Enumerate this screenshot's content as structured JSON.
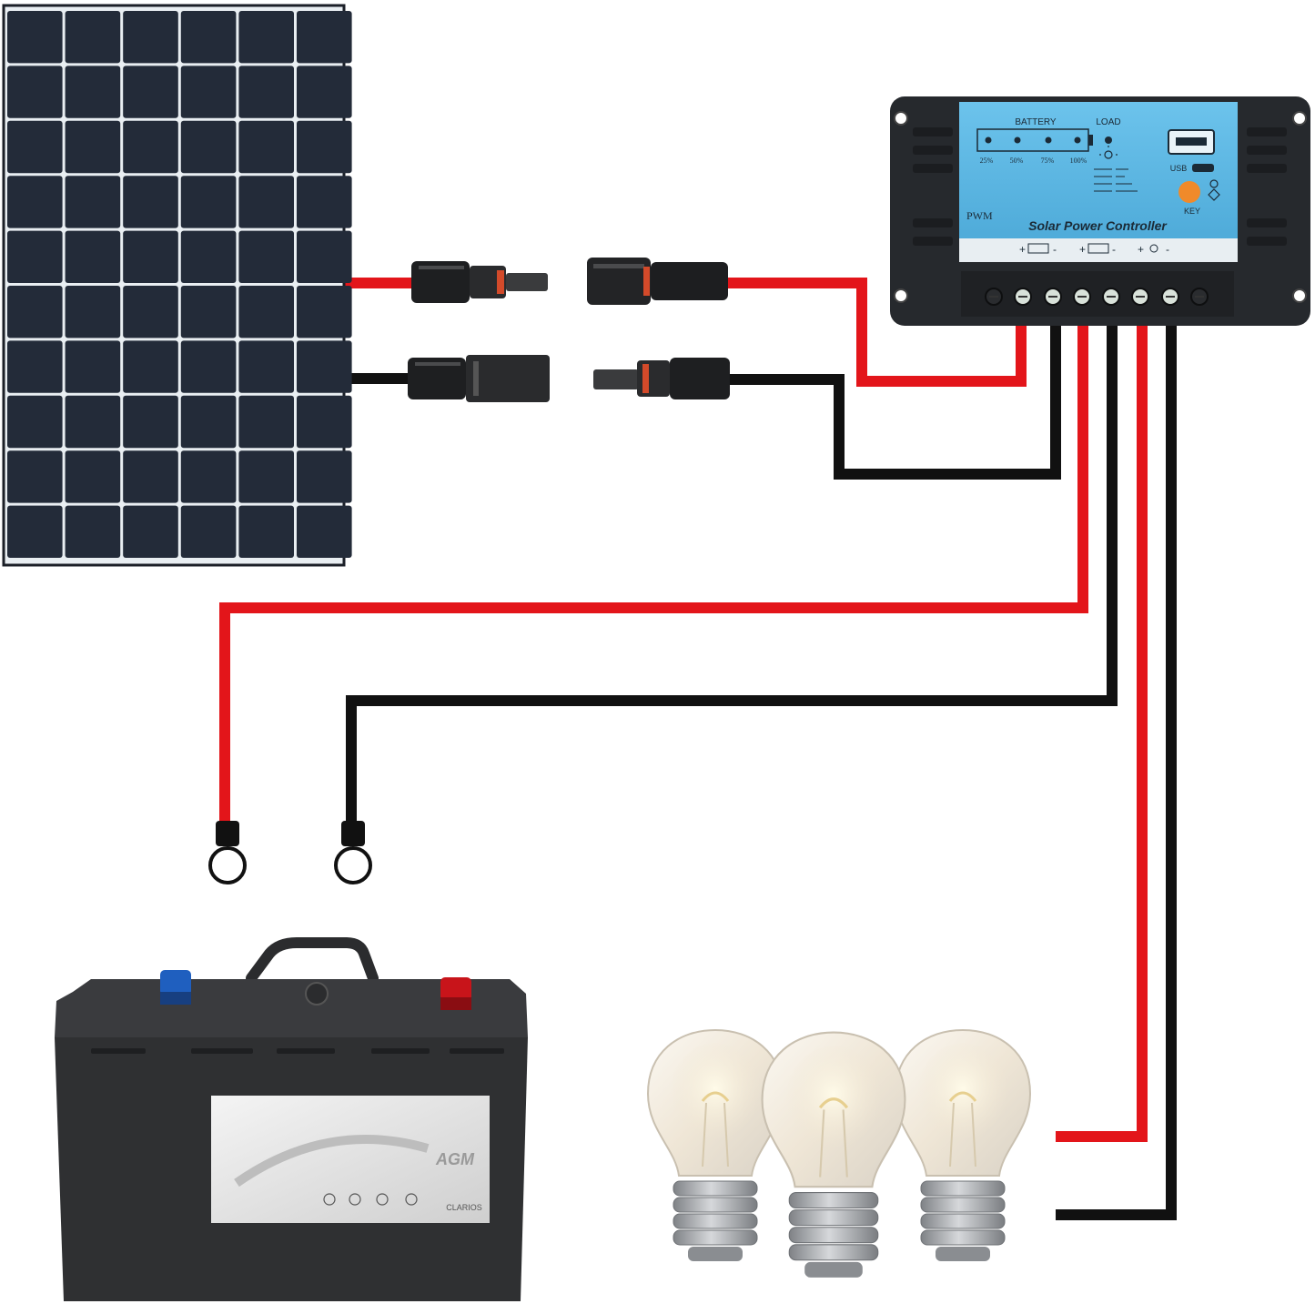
{
  "colors": {
    "positive_wire": "#e3151a",
    "negative_wire": "#111111",
    "panel_cell": "#232b39",
    "panel_grid": "#e9eef2",
    "controller_body": "#26292d",
    "controller_face": "#5db7e3",
    "battery_body": "#2f3032",
    "battery_label": "#e8e8e8",
    "terminal_negative": "#1f5fbf",
    "terminal_positive": "#c8141a",
    "key_button": "#f08a2a",
    "bulb_glass": "#f4efe6",
    "bulb_base": "#a6a9ad"
  },
  "controller": {
    "battery_label": "BATTERY",
    "load_label": "LOAD",
    "levels": [
      "25%",
      "50%",
      "75%",
      "100%"
    ],
    "usb_label": "USB",
    "key_label": "KEY",
    "mode_label": "PWM",
    "title": "Solar Power Controller",
    "terminal_plus": "+",
    "terminal_minus": "-"
  },
  "battery": {
    "label_text": "AGM",
    "brand": "CLARIOS"
  },
  "icons": {
    "solar_panel": "solar-panel-icon",
    "charge_controller": "charge-controller-icon",
    "battery": "car-battery-icon",
    "bulbs": "light-bulb-icon",
    "connectors": "mc4-connector-icon",
    "ring_terminal": "ring-terminal-icon"
  }
}
